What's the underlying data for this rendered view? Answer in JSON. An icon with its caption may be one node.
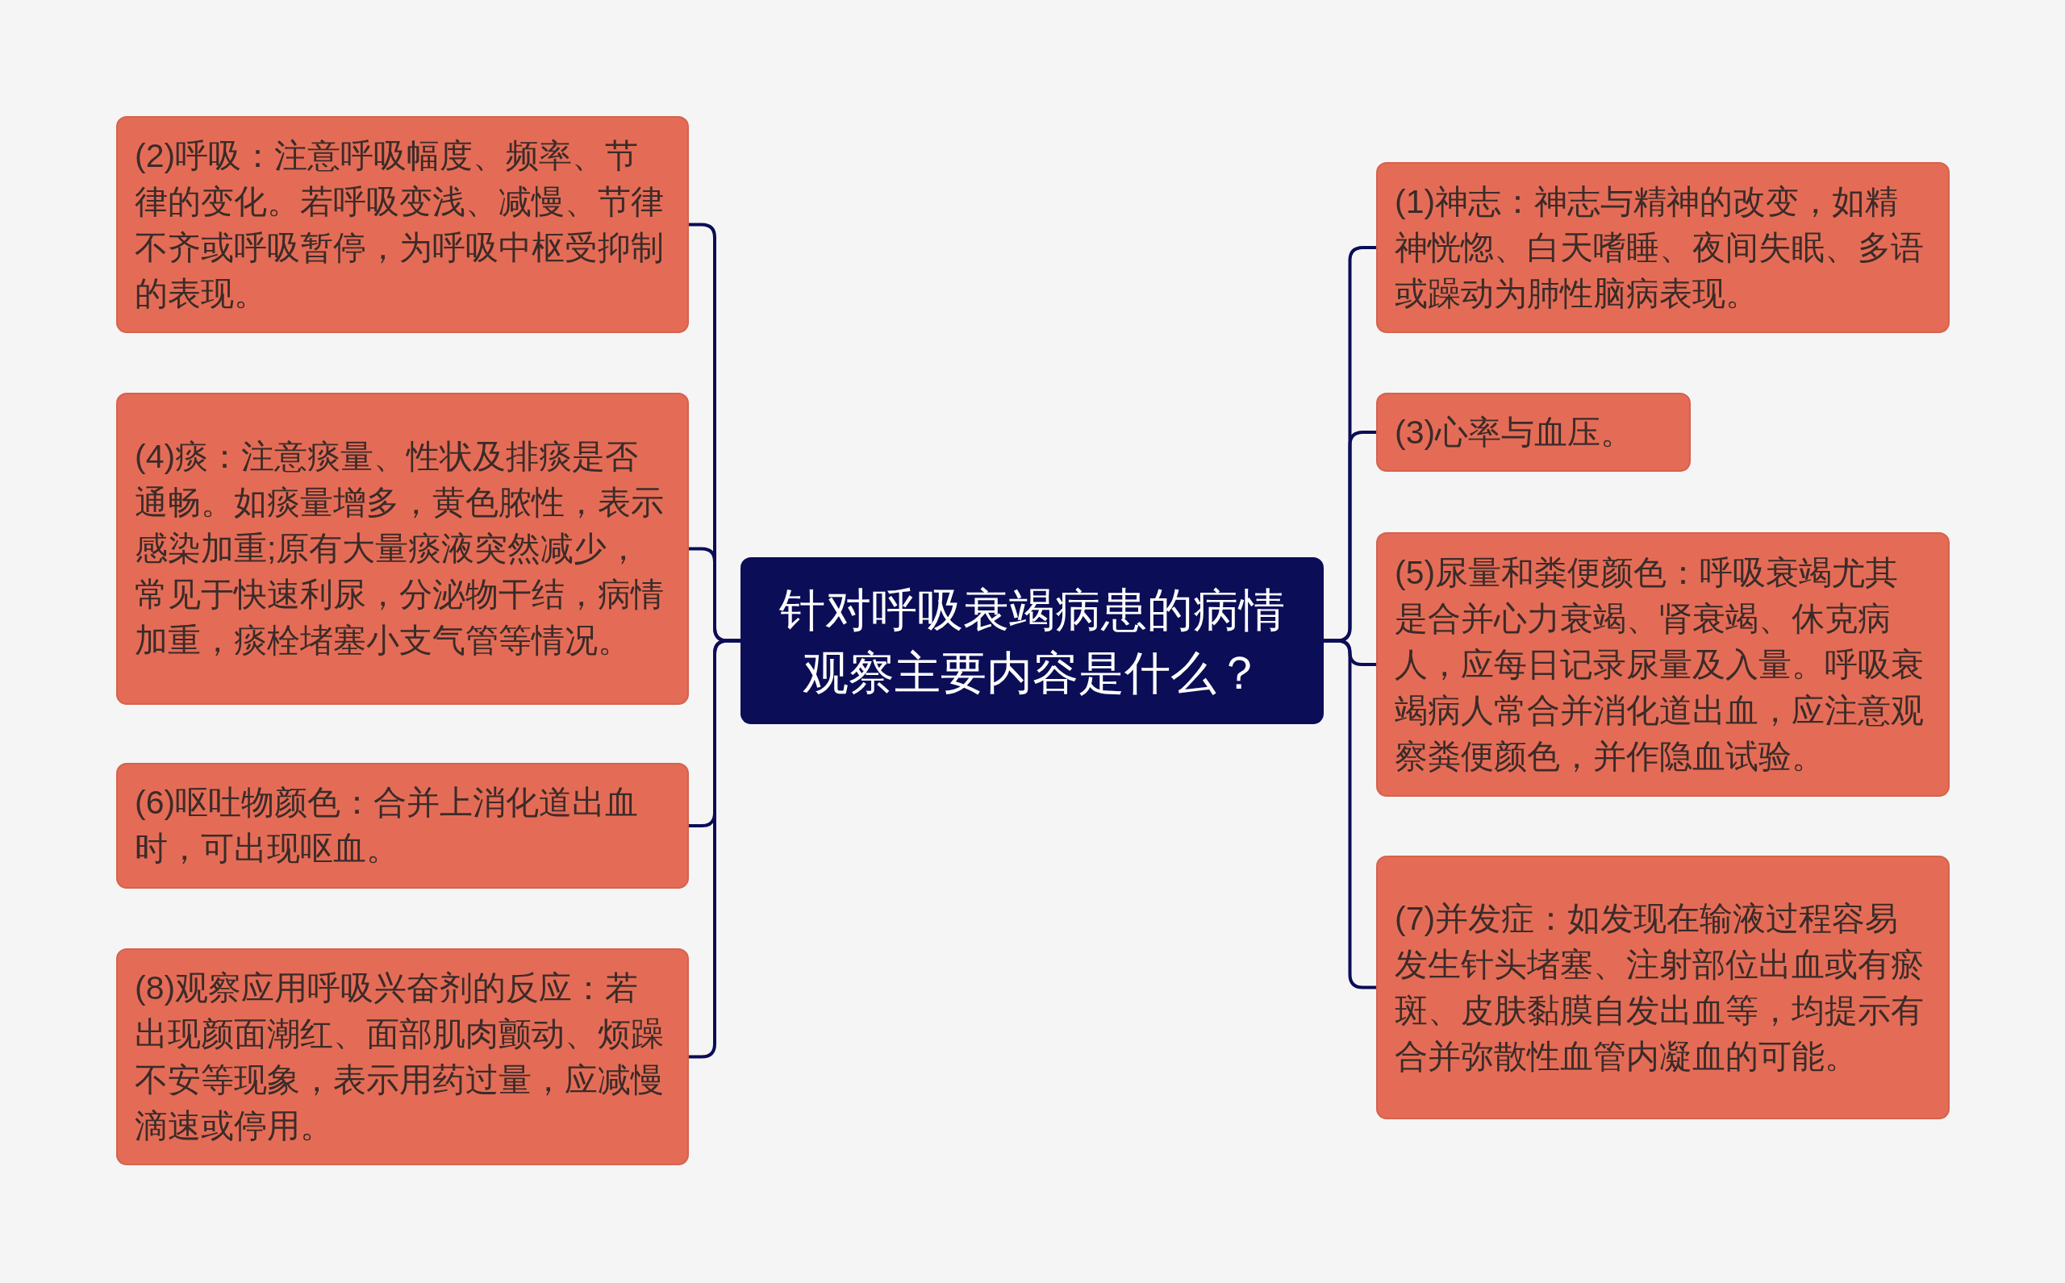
{
  "diagram": {
    "nodes": [
      {
        "text": [
          "针对呼吸衰竭病患的病情观察主要内容是什么？"
        ]
      },
      {
        "text": [
          "(2)呼吸：注意呼吸幅度、频率、节律的变化。若呼吸变浅、减慢、节律不齐或呼吸暂停，为呼吸中枢受抑制的表现。"
        ]
      },
      {
        "text": [
          "(4)痰：注意痰量、性状及排痰是否通畅。如痰量增多，黄色脓性，表示感染加重;原有大量痰液突然减少，常见于快速利尿，分泌物干结，病情加重，痰栓堵塞小支气管等情况。"
        ]
      },
      {
        "text": [
          "(6)呕吐物颜色：合并上消化道出血时，可出现呕血。"
        ]
      },
      {
        "text": [
          "(8)观察应用呼吸兴奋剂的反应：若出现颜面潮红、面部肌肉颤动、烦躁不安等现象，表示用药过量，应减慢滴速或停用。"
        ]
      },
      {
        "text": [
          "(1)神志：神志与精神的改变，如精神恍惚、白天嗜睡、夜间失眠、多语或躁动为肺性脑病表现。"
        ]
      },
      {
        "text": [
          "(3)心率与血压。"
        ]
      },
      {
        "text": [
          "(5)尿量和粪便颜色：呼吸衰竭尤其是合并心力衰竭、肾衰竭、休克病人，应每日记录尿量及入量。呼吸衰竭病人常合并消化道出血，应注意观察粪便颜色，并作隐血试验。"
        ]
      },
      {
        "text": [
          "(7)并发症：如发现在输液过程容易发生针头堵塞、注射部位出血或有瘀斑、皮肤黏膜自发出血等，均提示有合并弥散性血管内凝血的可能。"
        ]
      }
    ],
    "edges": [
      {
        "from": 0,
        "to": 1,
        "arrow": "none"
      },
      {
        "from": 0,
        "to": 2,
        "arrow": "none"
      },
      {
        "from": 0,
        "to": 3,
        "arrow": "none"
      },
      {
        "from": 0,
        "to": 4,
        "arrow": "none"
      },
      {
        "from": 0,
        "to": 5,
        "arrow": "none"
      },
      {
        "from": 0,
        "to": 6,
        "arrow": "none"
      },
      {
        "from": 0,
        "to": 7,
        "arrow": "none"
      },
      {
        "from": 0,
        "to": 8,
        "arrow": "none"
      }
    ]
  }
}
